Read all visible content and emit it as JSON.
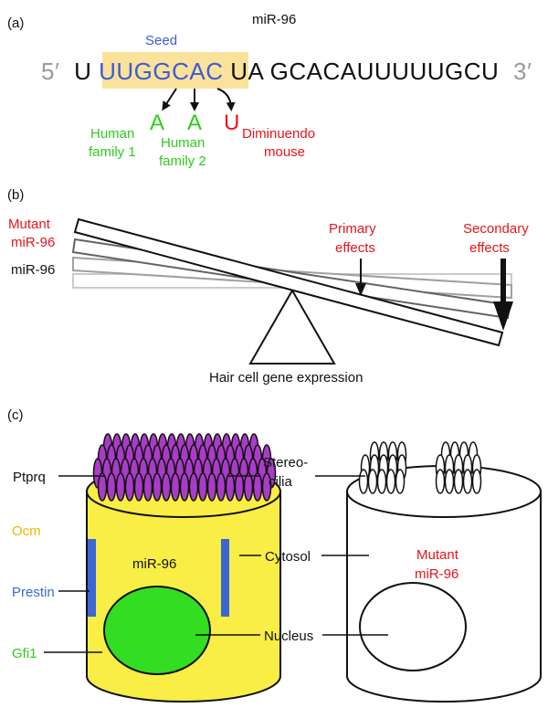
{
  "panel_a": {
    "label": "(a)",
    "mirna_name": "miR-96",
    "seed_label": "Seed",
    "five_prime": "5′",
    "three_prime": "3′",
    "seq_pre": "U",
    "seq_seed": "UUGGCAC",
    "seq_post_bold": "UA",
    "seq_rest": "GCACAUUUUUGCU",
    "mutations": [
      {
        "base": "A",
        "label_l1": "Human",
        "label_l2": "family 1",
        "color": "#2ecc1a"
      },
      {
        "base": "A",
        "label_l1": "Human",
        "label_l2": "family 2",
        "color": "#2ecc1a"
      },
      {
        "base": "U",
        "label_l1": "Diminuendo",
        "label_l2": "mouse",
        "color": "#e8141a"
      }
    ]
  },
  "panel_b": {
    "label": "(b)",
    "mutant_l1": "Mutant",
    "mutant_l2": "miR-96",
    "normal": "miR-96",
    "primary_l1": "Primary",
    "primary_l2": "effects",
    "secondary_l1": "Secondary",
    "secondary_l2": "effects",
    "fulcrum_caption": "Hair cell gene expression"
  },
  "panel_c": {
    "label": "(c)",
    "ptprq": "Ptprq",
    "ocm": "Ocm",
    "prestin": "Prestin",
    "gfi1": "Gfi1",
    "mir96_inside": "miR-96",
    "stereo_l1": "Stereo-",
    "stereo_l2": "cilia",
    "cytosol": "Cytosol",
    "nucleus": "Nucleus",
    "mutant_l1": "Mutant",
    "mutant_l2": "miR-96"
  },
  "colors": {
    "seed_highlight": "#fbe29a",
    "seed_text": "#3b5bd6",
    "grey_text": "#9a9a9a",
    "red": "#e8141a",
    "green": "#2ecc1a",
    "cell_fill": "#f8ee45",
    "nucleus_fill": "#33dd22",
    "stereocilia": "#a93cc7",
    "prestin_bar": "#3b66d6",
    "ocm_text": "#f0b400"
  }
}
